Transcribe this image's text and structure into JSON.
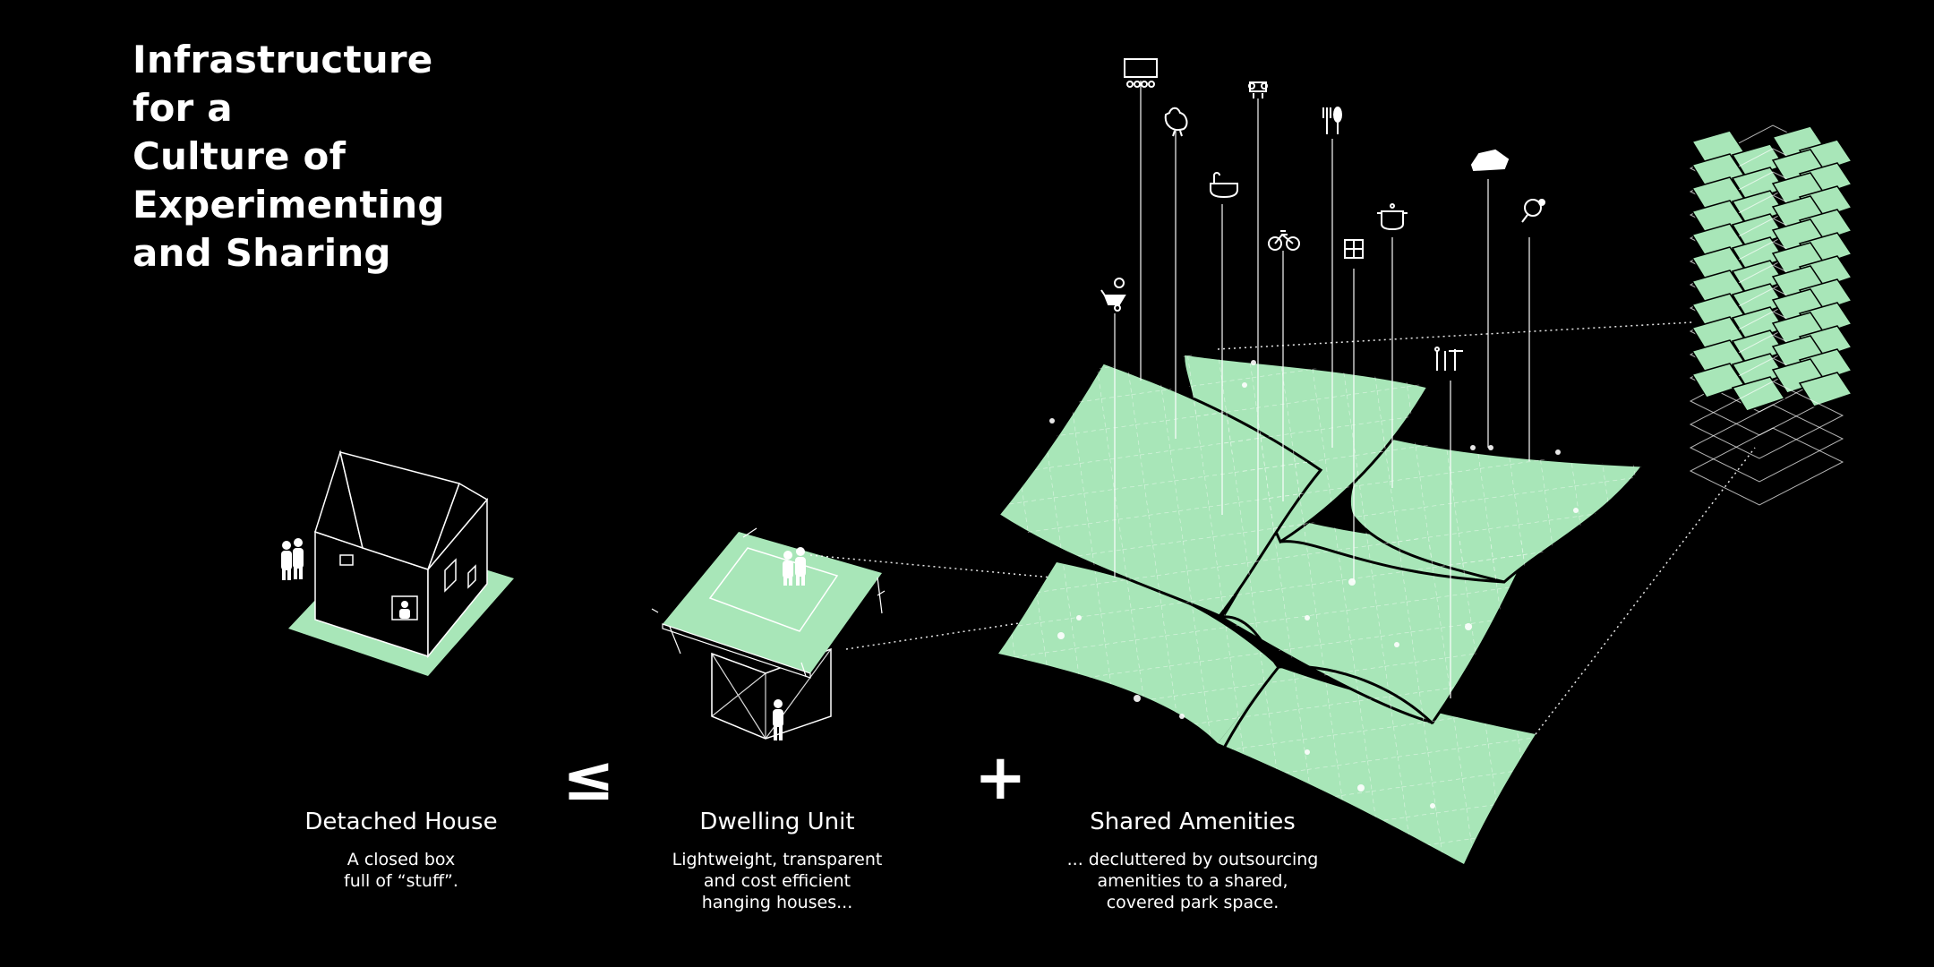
{
  "title_lines": [
    "Infrastructure",
    "for a",
    "Culture of",
    "Experimenting",
    "and Sharing"
  ],
  "operators": {
    "leq": "≤",
    "plus": "+"
  },
  "columns": [
    {
      "heading": "Detached House",
      "lines": [
        "A closed box",
        "full of “stuff”."
      ]
    },
    {
      "heading": "Dwelling Unit",
      "lines": [
        "Lightweight, transparent",
        "and cost efficient",
        "hanging houses..."
      ]
    },
    {
      "heading": "Shared Amenities",
      "lines": [
        "... decluttered by outsourcing",
        "amenities to a shared,",
        "covered park space."
      ]
    }
  ],
  "amenity_icons": [
    "cinema-icon",
    "rooster-icon",
    "meeting-icon",
    "cutlery-icon",
    "bathtub-icon",
    "bicycle-icon",
    "calendar-icon",
    "cooking-pot-icon",
    "shoe-icon",
    "ping-pong-icon",
    "wheelbarrow-icon",
    "tools-icon"
  ],
  "colors": {
    "background": "#000000",
    "green": "#a8e6b8",
    "line": "#ffffff"
  }
}
